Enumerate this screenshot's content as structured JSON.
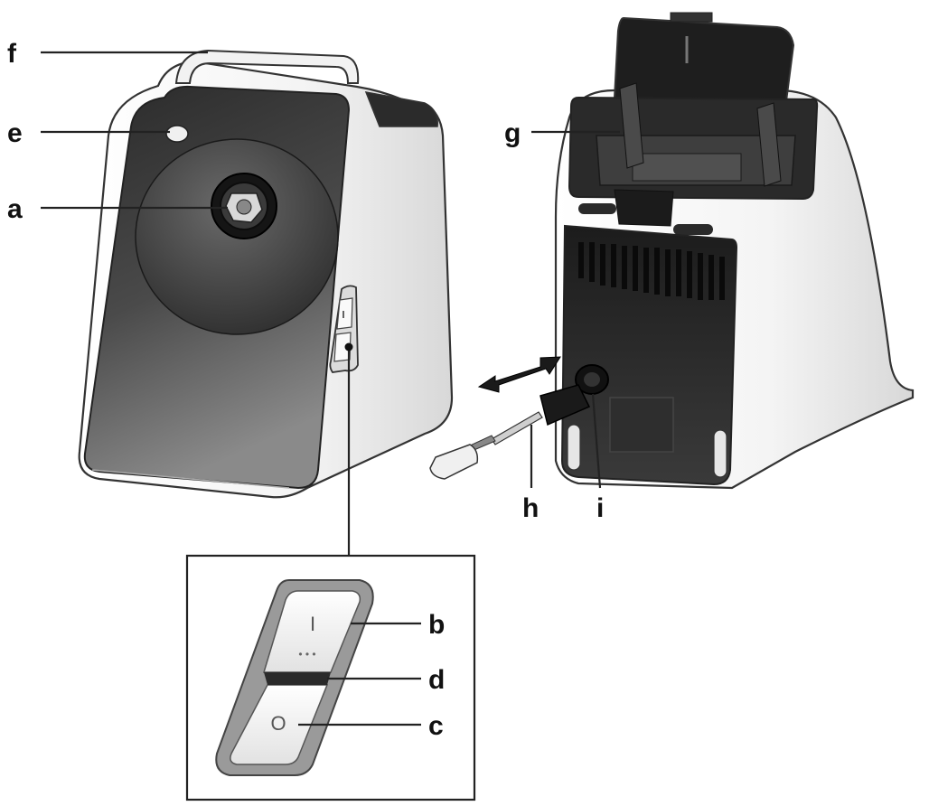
{
  "diagram": {
    "callouts": [
      {
        "id": "f",
        "letter": "f"
      },
      {
        "id": "e",
        "letter": "e"
      },
      {
        "id": "a",
        "letter": "a"
      },
      {
        "id": "g",
        "letter": "g"
      },
      {
        "id": "h",
        "letter": "h"
      },
      {
        "id": "i",
        "letter": "i"
      },
      {
        "id": "b",
        "letter": "b"
      },
      {
        "id": "d",
        "letter": "d"
      },
      {
        "id": "c",
        "letter": "c"
      }
    ],
    "switch_symbols": {
      "on": "I",
      "speeds": "• • •",
      "off": "O"
    }
  }
}
